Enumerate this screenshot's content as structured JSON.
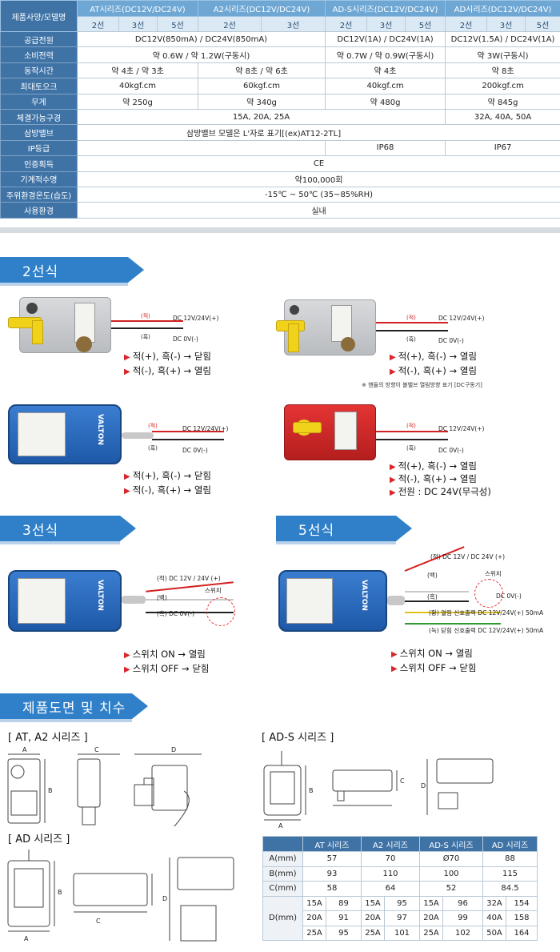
{
  "spec_table": {
    "header_label": "제품사양/모델명",
    "series": [
      {
        "name": "AT시리즈(DC12V/DC24V)",
        "sub": [
          "2선",
          "3선",
          "5선"
        ]
      },
      {
        "name": "A2시리즈(DC12V/DC24V)",
        "sub": [
          "2선",
          "3선"
        ]
      },
      {
        "name": "AD-S시리즈(DC12V/DC24V)",
        "sub": [
          "2선",
          "3선",
          "5선"
        ]
      },
      {
        "name": "AD시리즈(DC12V/DC24V)",
        "sub": [
          "2선",
          "3선",
          "5선"
        ]
      }
    ],
    "rows": {
      "power": {
        "label": "공급전원",
        "a": "DC12V(850mA) / DC24V(850mA)",
        "b": "DC12V(1A) / DC24V(1A)",
        "c": "DC12V(1.5A) / DC24V(1A)"
      },
      "consumption": {
        "label": "소비전력",
        "a": "약 0.6W / 약 1.2W(구동시)",
        "b": "약 0.7W / 약 0.9W(구동시)",
        "c": "약 3W(구동시)"
      },
      "time": {
        "label": "동작시간",
        "at": "약 4초 / 약 3초",
        "a2": "약 8초 / 약 6초",
        "ads": "약 4초",
        "ad": "약 8초"
      },
      "torque": {
        "label": "최대토오크",
        "at": "40kgf.cm",
        "a2": "60kgf.cm",
        "ads": "40kgf.cm",
        "ad": "200kgf.cm"
      },
      "weight": {
        "label": "무게",
        "at": "약 250g",
        "a2": "약 340g",
        "ads": "약 480g",
        "ad": "약 845g"
      },
      "size": {
        "label": "체결가능구경",
        "a": "15A, 20A, 25A",
        "b": "32A, 40A, 50A"
      },
      "valve": {
        "label": "삼방밸브",
        "a": "삼방밸브 모델은 L'자로 표기[(ex)AT12-2TL]"
      },
      "ip": {
        "label": "IP등급",
        "a": "",
        "b": "IP68",
        "c": "IP67"
      },
      "cert": {
        "label": "인증획득",
        "a": "CE"
      },
      "life": {
        "label": "기계적수명",
        "a": "약100,000회"
      },
      "temp": {
        "label": "주위환경온도(습도)",
        "a": "-15℃ ~ 50℃ (35~85%RH)"
      },
      "env": {
        "label": "사용환경",
        "a": "실내"
      }
    }
  },
  "sections": {
    "two_wire": "2선식",
    "three_wire": "3선식",
    "five_wire": "5선식",
    "drawings": "제품도면 및 치수"
  },
  "wiring": {
    "dc_plus": "DC 12V/24V(+)",
    "dc_zero": "DC 0V(-)",
    "tag_red": "(적)",
    "tag_black": "(흑)",
    "tag_white": "(백)",
    "switch": "스위치",
    "d1_r1": "적(+), 흑(-) → 닫힘",
    "d1_r2": "적(-), 흑(+) → 열림",
    "d2_r1": "적(+), 흑(-) → 열림",
    "d2_r2": "적(-), 흑(+) → 열림",
    "d2_note": "※ 핸들의 방향이 볼밸브 열림방향 표기 [DC구동기]",
    "d3_r1": "적(+), 흑(-) → 닫힘",
    "d3_r2": "적(-), 흑(+) → 열림",
    "d4_r1": "적(+), 흑(-) → 열림",
    "d4_r2": "적(-), 흑(+) → 열림",
    "d4_r3": "전원 : DC 24V(무극성)",
    "three_red": "(적) DC 12V / 24V (+)",
    "three_white": "(백)",
    "three_black": "(흑) DC 0V(-)",
    "three_r1": "스위치 ON → 열림",
    "three_r2": "스위치 OFF → 닫힘",
    "five_red": "(적) DC 12V / DC 24V (+)",
    "five_white": "(백)",
    "five_black": "(흑)",
    "five_zero": "DC 0V(-)",
    "five_yellow": "(황) 열림 신호출력 DC 12V/24V(+) 50mA",
    "five_green": "(녹) 닫힘 신호출력 DC 12V/24V(+) 50mA",
    "five_r1": "스위치 ON → 열림",
    "five_r2": "스위치 OFF → 닫힘",
    "brand": "VALTON"
  },
  "drawings": {
    "at_a2": "[ AT, A2 시리즈 ]",
    "ad_s": "[ AD-S 시리즈 ]",
    "ad": "[ AD 시리즈 ]",
    "dimA": "A",
    "dimB": "B",
    "dimC": "C",
    "dimD": "D"
  },
  "dims_table": {
    "headers": [
      "AT 시리즈",
      "A2 시리즈",
      "AD-S 시리즈",
      "AD 시리즈"
    ],
    "A": {
      "label": "A(mm)",
      "v": [
        "57",
        "70",
        "Ø70",
        "88"
      ]
    },
    "B": {
      "label": "B(mm)",
      "v": [
        "93",
        "110",
        "100",
        "115"
      ]
    },
    "C": {
      "label": "C(mm)",
      "v": [
        "58",
        "64",
        "52",
        "84.5"
      ]
    },
    "D": {
      "label": "D(mm)",
      "rows": [
        [
          "15A",
          "89",
          "15A",
          "95",
          "15A",
          "96",
          "32A",
          "154"
        ],
        [
          "20A",
          "91",
          "20A",
          "97",
          "20A",
          "99",
          "40A",
          "158"
        ],
        [
          "25A",
          "95",
          "25A",
          "101",
          "25A",
          "102",
          "50A",
          "164"
        ]
      ]
    }
  }
}
